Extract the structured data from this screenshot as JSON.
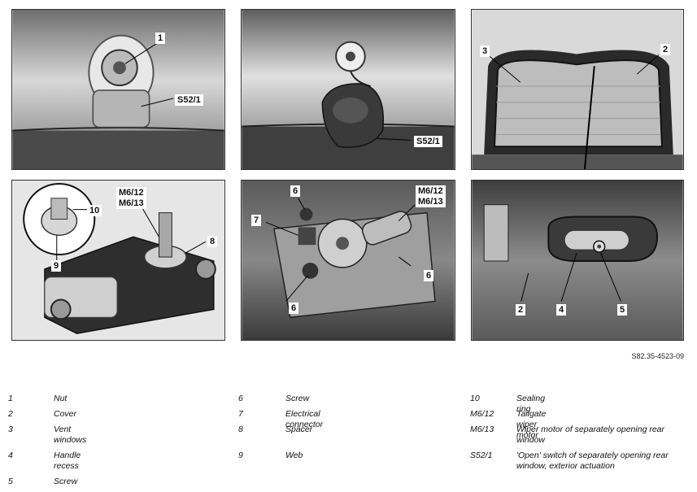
{
  "reference": "S82.35-4523-09",
  "panels": [
    {
      "labels": [
        "1",
        "S52/1"
      ]
    },
    {
      "labels": [
        "S52/1"
      ]
    },
    {
      "labels": [
        "3",
        "2"
      ]
    },
    {
      "labels": [
        "M6/12",
        "M6/13",
        "10",
        "9",
        "8"
      ]
    },
    {
      "labels": [
        "6",
        "7",
        "M6/12",
        "M6/13",
        "6",
        "6"
      ]
    },
    {
      "labels": [
        "2",
        "4",
        "5"
      ]
    }
  ],
  "legend": [
    {
      "key": "1",
      "text": "Nut"
    },
    {
      "key": "2",
      "text": "Cover"
    },
    {
      "key": "3",
      "text": "Vent windows"
    },
    {
      "key": "4",
      "text": "Handle recess"
    },
    {
      "key": "5",
      "text": "Screw"
    },
    {
      "key": "6",
      "text": "Screw"
    },
    {
      "key": "7",
      "text": "Electrical connector"
    },
    {
      "key": "8",
      "text": "Spacer"
    },
    {
      "key": "9",
      "text": "Web"
    },
    {
      "key": "10",
      "text": "Sealing ring"
    },
    {
      "key": "M6/12",
      "text": "Tailgate wiper motor"
    },
    {
      "key": "M6/13",
      "text": "Wiper motor of separately opening rear window"
    },
    {
      "key": "S52/1",
      "text": "'Open' switch of separately opening rear window, exterior actuation"
    }
  ]
}
